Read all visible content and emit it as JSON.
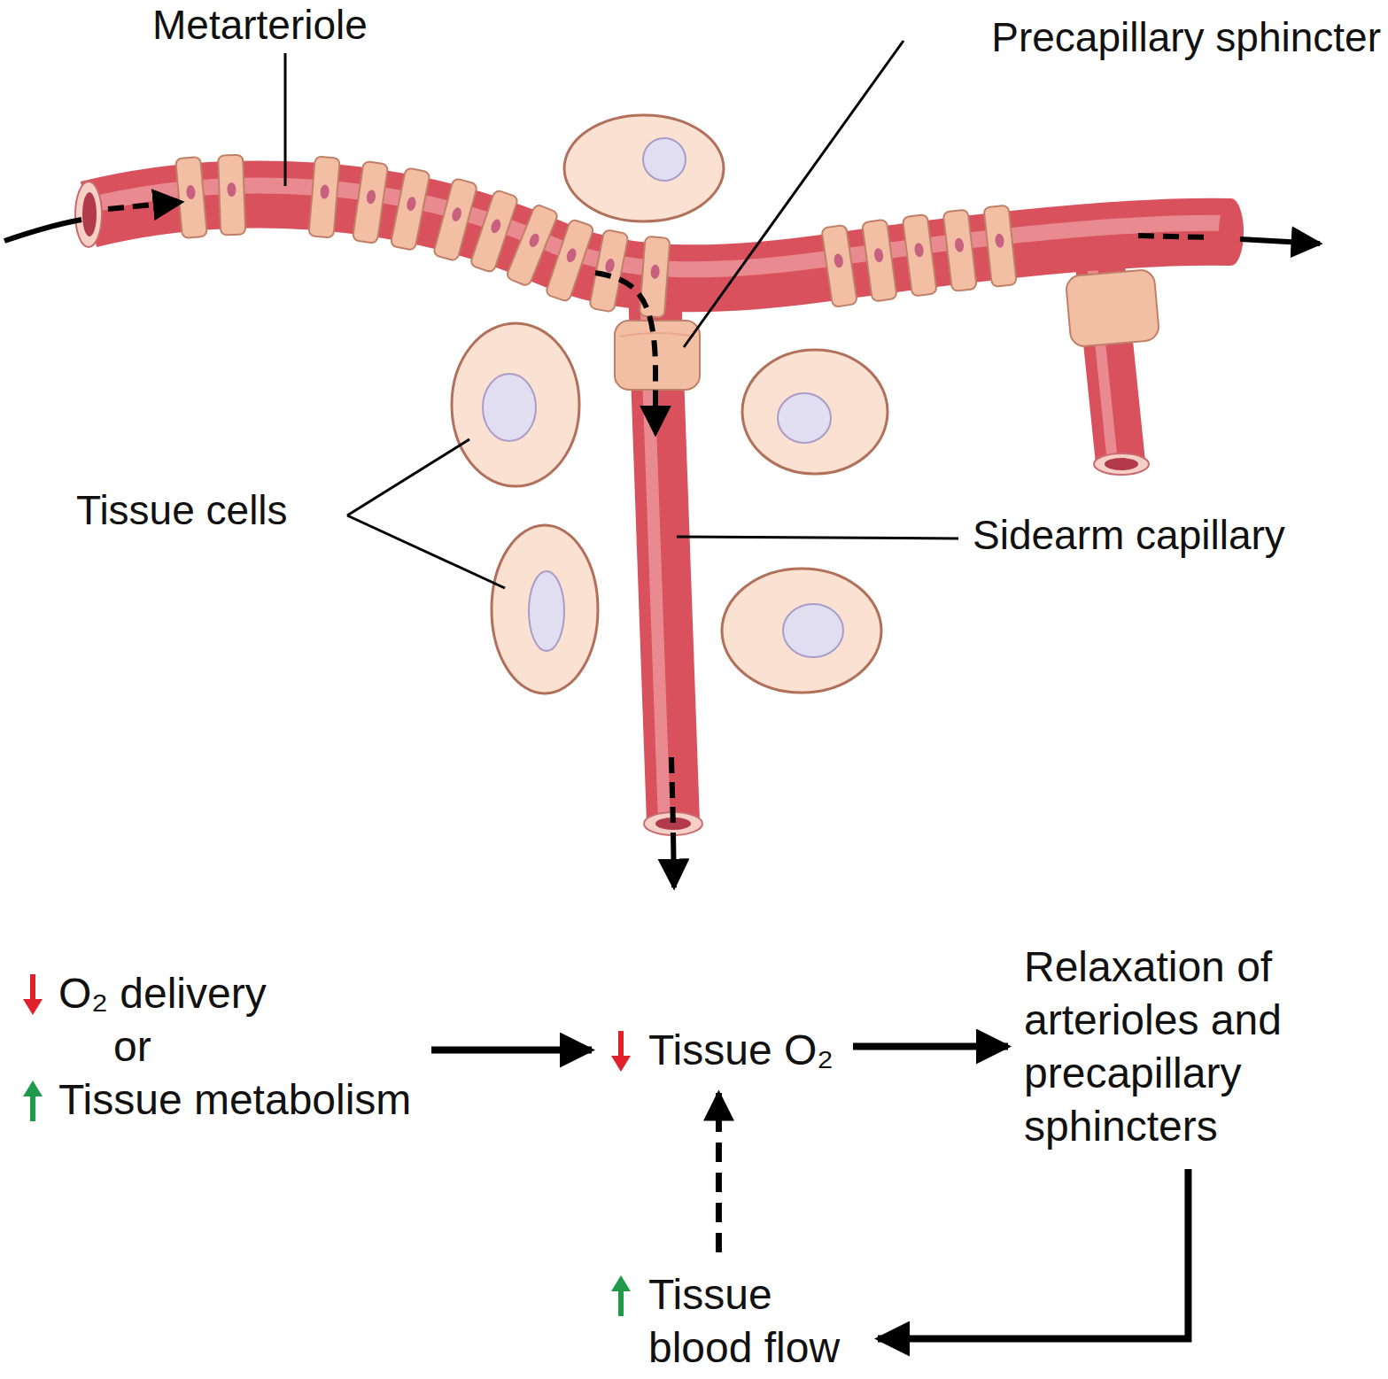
{
  "diagram": {
    "nodes": [
      {
        "text": [
          "O₂ delivery",
          "or",
          "Tissue metabolism"
        ]
      },
      {
        "text": [
          "Tissue O₂"
        ]
      },
      {
        "text": [
          "Relaxation of arterioles and precapillary sphincters"
        ]
      },
      {
        "text": [
          "Tissue blood flow"
        ]
      }
    ],
    "edges": [
      {
        "from": 0,
        "to": 1,
        "arrow": "to"
      },
      {
        "from": 1,
        "to": 2,
        "arrow": "to"
      },
      {
        "from": 2,
        "to": 3,
        "arrow": "to"
      },
      {
        "from": 3,
        "to": 1,
        "arrow": "to"
      }
    ],
    "labels": [
      "Metarteriole",
      "Precapillary sphincter",
      "Tissue cells",
      "Sidearm capillary"
    ]
  }
}
